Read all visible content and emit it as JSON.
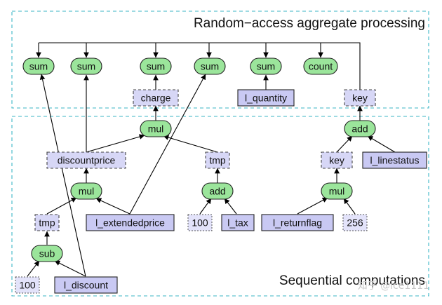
{
  "regions": {
    "top_title": "Random−access aggregate processing",
    "bottom_title": "Sequential computations"
  },
  "watermark": "知乎 @ice1111",
  "nodes": {
    "sum1": "sum",
    "sum2": "sum",
    "sum3": "sum",
    "sum4": "sum",
    "sum5": "sum",
    "count": "count",
    "charge": "charge",
    "l_quantity": "l_quantity",
    "key_top": "key",
    "mul_charge": "mul",
    "add_key": "add",
    "discountprice": "discountprice",
    "tmp_right": "tmp",
    "key_mid": "key",
    "l_linestatus": "l_linestatus",
    "mul_disc": "mul",
    "add_tax": "add",
    "mul_key": "mul",
    "tmp_left": "tmp",
    "l_extendedprice": "l_extendedprice",
    "const_100_mid": "100",
    "l_tax": "l_tax",
    "l_returnflag": "l_returnflag",
    "const_256": "256",
    "sub": "sub",
    "const_100_bottom": "100",
    "l_discount": "l_discount"
  }
}
